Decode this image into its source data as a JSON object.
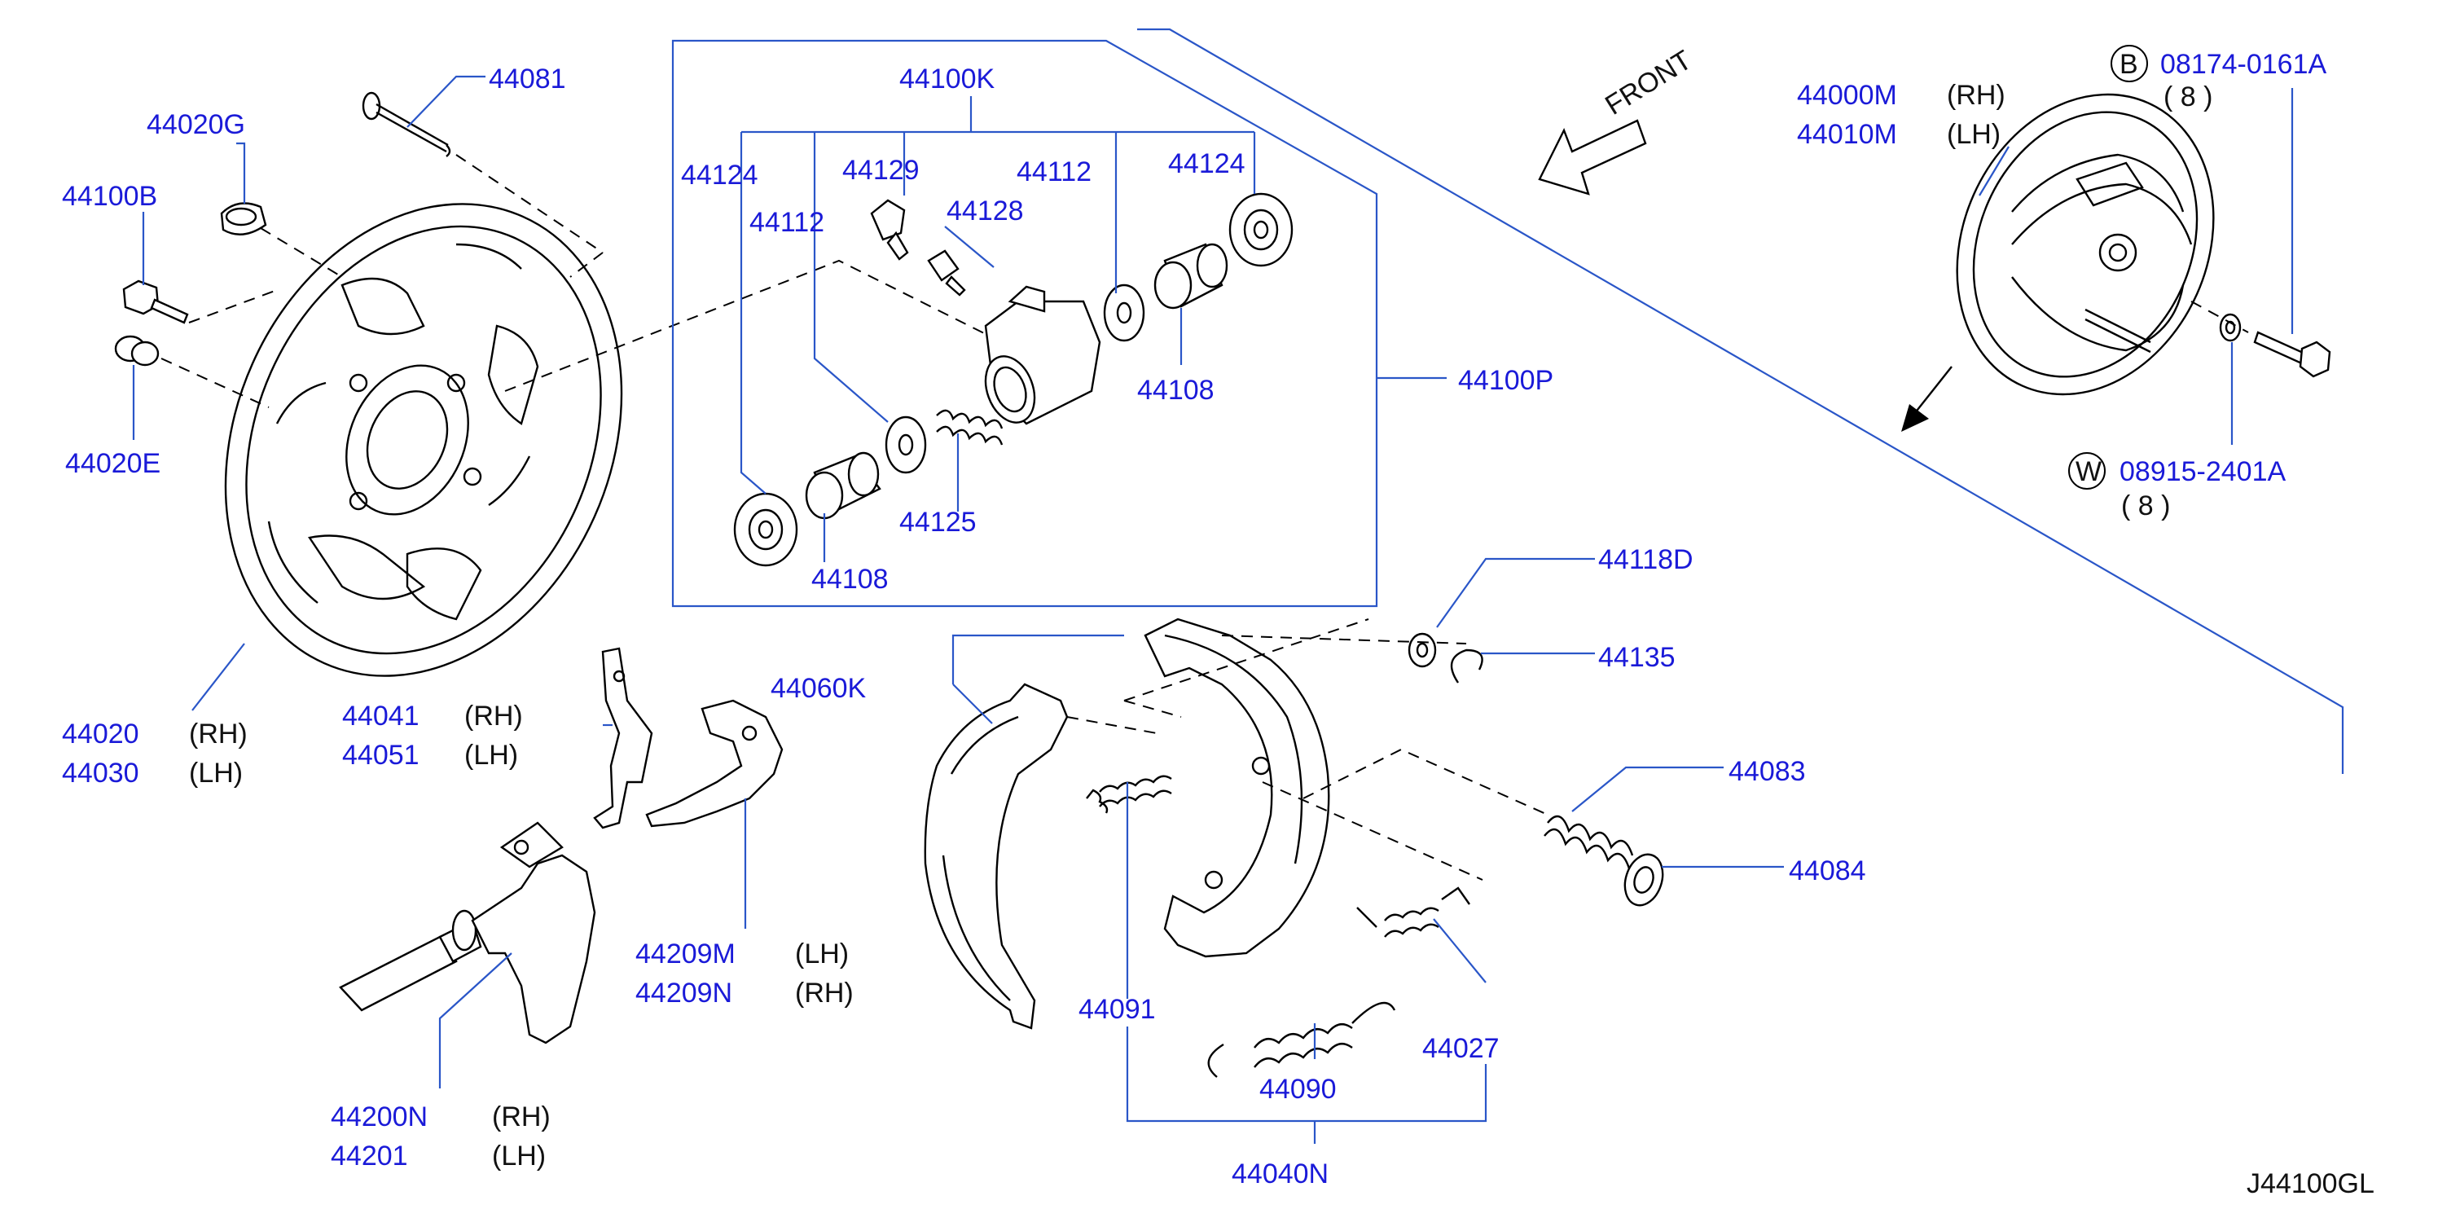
{
  "diagram": {
    "code": "J44100GL",
    "front_label": "FRONT",
    "colors": {
      "callout": "#1a1ad8",
      "leader": "#2a56c8",
      "drawing": "#000000"
    },
    "callouts": {
      "p44081": "44081",
      "p44020G": "44020G",
      "p44100B": "44100B",
      "p44020E": "44020E",
      "p44020": "44020",
      "p44030": "44030",
      "p44041": "44041",
      "p44051": "44051",
      "p44209M": "44209M",
      "p44209N": "44209N",
      "p44200N": "44200N",
      "p44201": "44201",
      "p44100K": "44100K",
      "p44124a": "44124",
      "p44124b": "44124",
      "p44129": "44129",
      "p44112a": "44112",
      "p44112b": "44112",
      "p44128": "44128",
      "p44108a": "44108",
      "p44108b": "44108",
      "p44125": "44125",
      "p44100P": "44100P",
      "p44000M": "44000M",
      "p44010M": "44010M",
      "p08174": "08174-0161A",
      "p08915": "08915-2401A",
      "p44118D": "44118D",
      "p44135": "44135",
      "p44060K": "44060K",
      "p44083": "44083",
      "p44084": "44084",
      "p44091": "44091",
      "p44027": "44027",
      "p44090": "44090",
      "p44040N": "44040N"
    },
    "qualifiers": {
      "rh_44020": "(RH)",
      "lh_44030": "(LH)",
      "rh_44041": "(RH)",
      "lh_44051": "(LH)",
      "lh_44209M": "(LH)",
      "rh_44209N": "(RH)",
      "rh_44200N": "(RH)",
      "lh_44201": "(LH)",
      "rh_44000M": "(RH)",
      "lh_44010M": "(LH)",
      "qty_08174": "( 8 )",
      "qty_08915": "( 8 )"
    },
    "badges": {
      "bolt": "B",
      "washer": "W"
    }
  }
}
